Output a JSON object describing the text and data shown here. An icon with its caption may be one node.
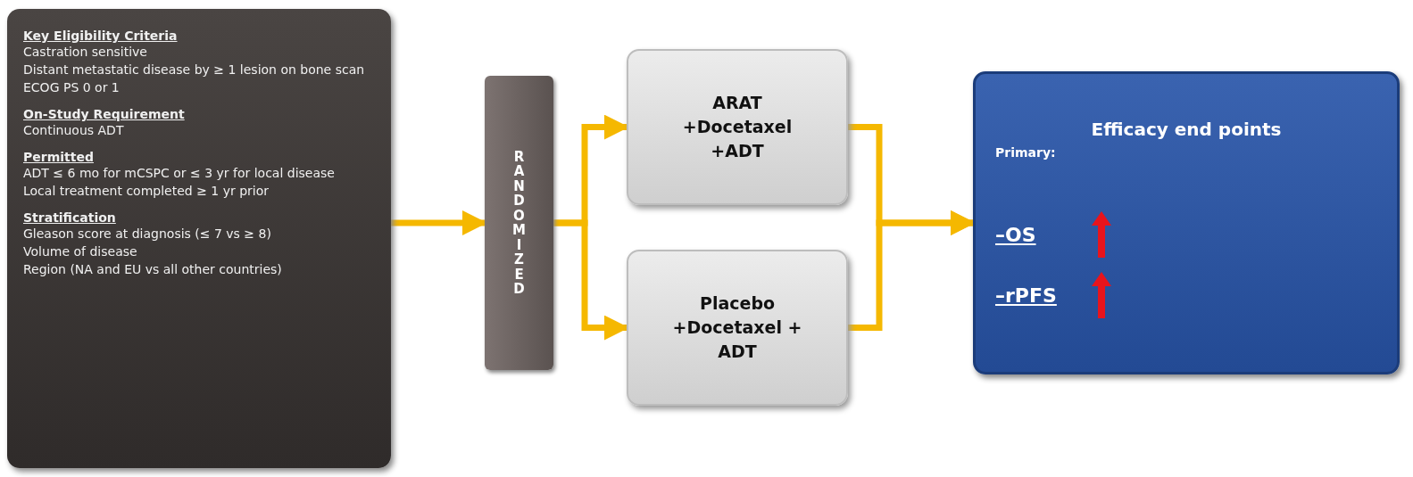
{
  "diagram": {
    "nodes": [
      {
        "text": [
          "Key Eligibility Criteria",
          "Castration sensitive",
          "Distant metastatic disease by ≥ 1 lesion on bone scan",
          "ECOG PS 0 or 1",
          "On-Study Requirement",
          "Continuous ADT",
          "Permitted",
          "ADT ≤ 6 mo for mCSPC or ≤ 3 yr for local disease",
          "Local treatment completed ≥ 1 yr prior",
          "Stratification",
          "Gleason score at diagnosis (≤ 7 vs ≥ 8)",
          "Volume of disease",
          "Region (NA and EU vs all other countries)"
        ]
      },
      {
        "text": [
          "RANDOMIZED"
        ]
      },
      {
        "text": [
          "ARAT +Docetaxel +ADT"
        ]
      },
      {
        "text": [
          "Placebo +Docetaxel + ADT"
        ]
      },
      {
        "text": [
          "Efficacy end points",
          "Primary:",
          "–OS",
          "–rPFS"
        ]
      }
    ],
    "edges": [
      {
        "from": 0,
        "to": 1,
        "arrow": "to"
      },
      {
        "from": 1,
        "to": 2,
        "arrow": "to"
      },
      {
        "from": 1,
        "to": 3,
        "arrow": "to"
      },
      {
        "from": 2,
        "to": 4,
        "arrow": "to"
      },
      {
        "from": 3,
        "to": 4,
        "arrow": "to"
      }
    ]
  }
}
